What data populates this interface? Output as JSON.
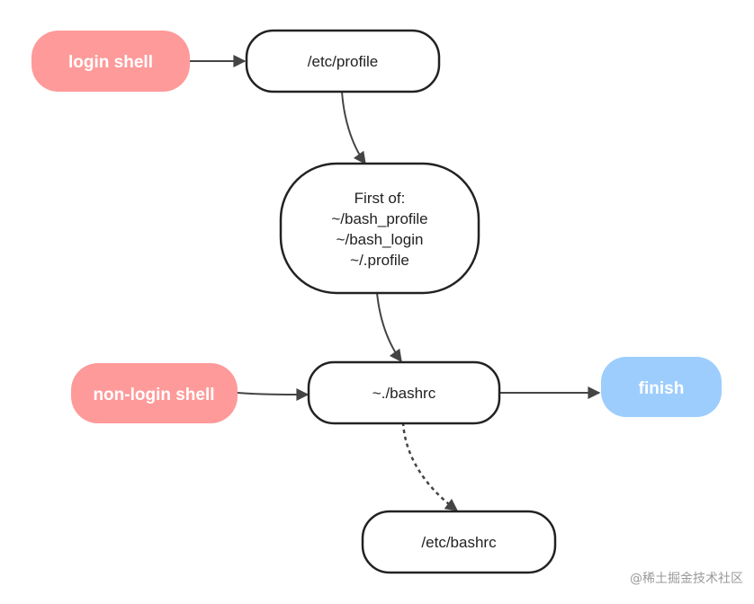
{
  "nodes": {
    "login_shell": {
      "label": "login shell",
      "color": "#fe9a9a"
    },
    "etc_profile": {
      "label": "/etc/profile"
    },
    "first_of": {
      "lines": [
        "First of:",
        "~/bash_profile",
        "~/bash_login",
        "~/.profile"
      ]
    },
    "non_login_shell": {
      "label": "non-login shell",
      "color": "#fe9a9a"
    },
    "bashrc": {
      "label": "~./bashrc"
    },
    "finish": {
      "label": "finish",
      "color": "#9dcdfd"
    },
    "etc_bashrc": {
      "label": "/etc/bashrc"
    }
  },
  "edges": [
    {
      "from": "login shell",
      "to": "/etc/profile",
      "style": "solid"
    },
    {
      "from": "/etc/profile",
      "to": "First of",
      "style": "solid"
    },
    {
      "from": "First of",
      "to": "~./bashrc",
      "style": "solid"
    },
    {
      "from": "non-login shell",
      "to": "~./bashrc",
      "style": "solid"
    },
    {
      "from": "~./bashrc",
      "to": "finish",
      "style": "solid"
    },
    {
      "from": "~./bashrc",
      "to": "/etc/bashrc",
      "style": "dashed"
    }
  ],
  "colors": {
    "stroke": "#222222",
    "edge": "#444444",
    "pink": "#fe9a9a",
    "blue": "#9dcdfd"
  },
  "watermark": "@稀土掘金技术社区"
}
